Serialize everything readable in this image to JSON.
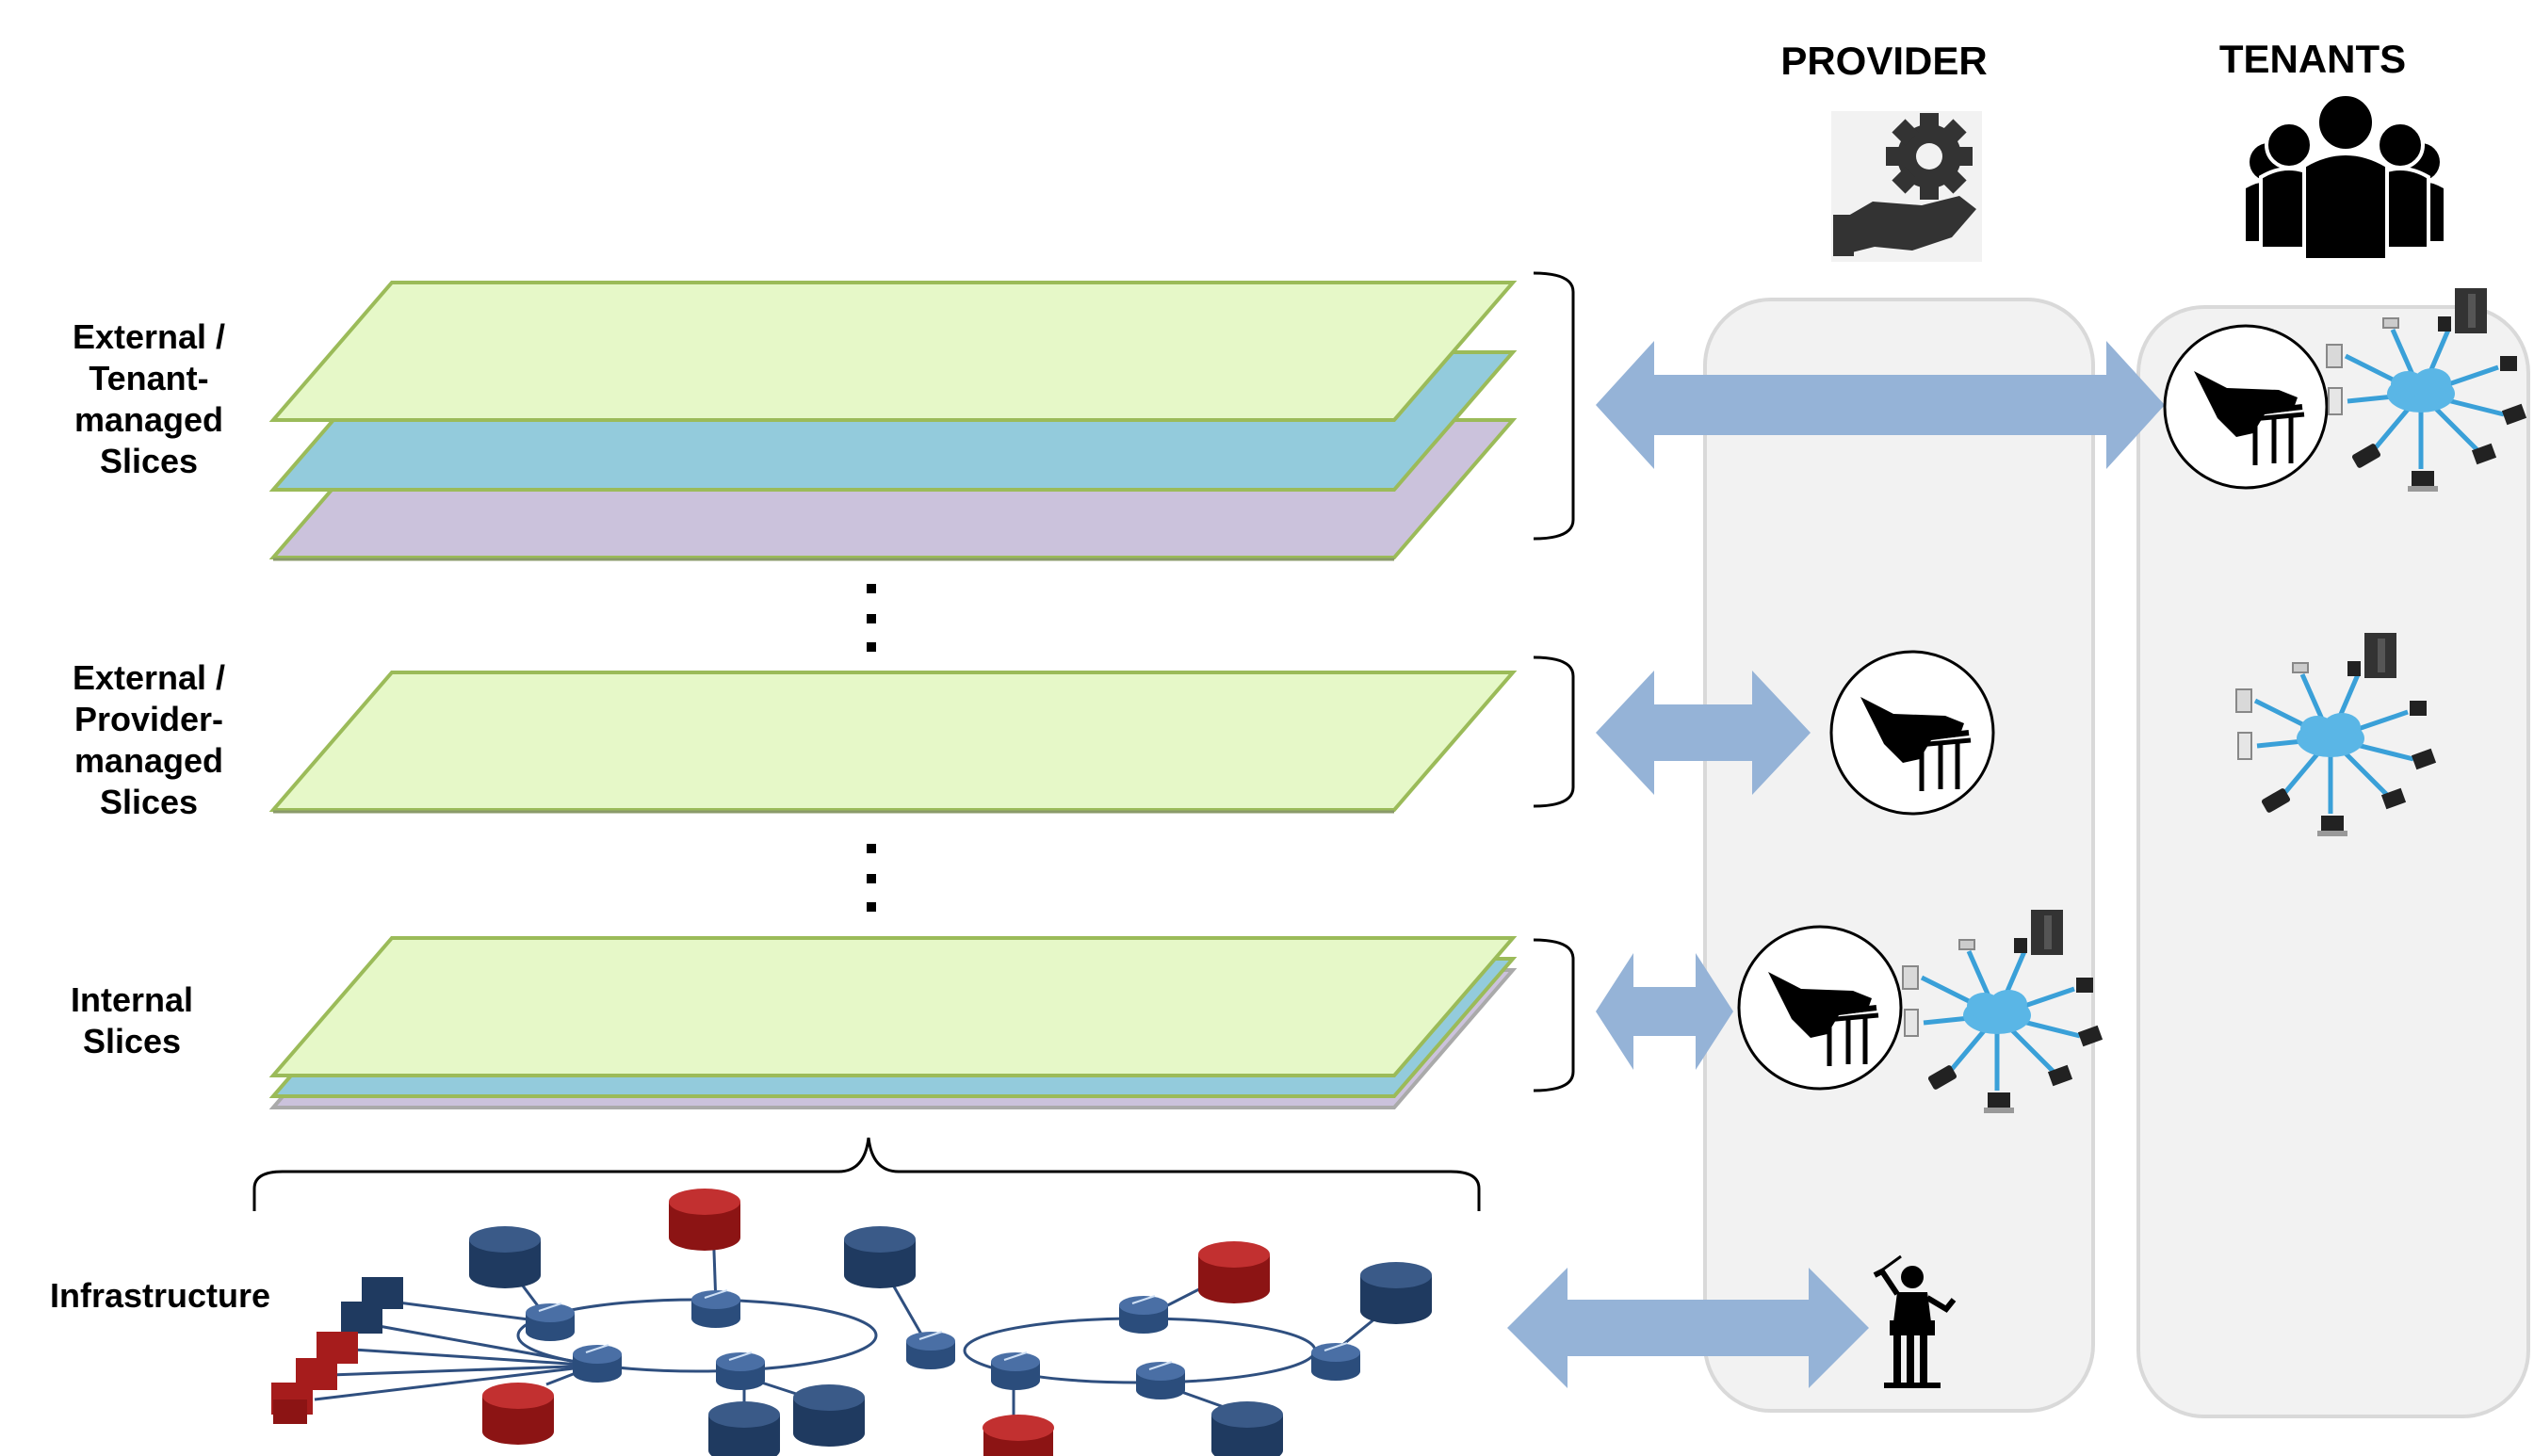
{
  "columns": {
    "provider_title": "PROVIDER",
    "tenants_title": "TENANTS"
  },
  "slices": {
    "external_tenant": [
      "External /",
      "Tenant-",
      "managed",
      "Slices"
    ],
    "external_provider": [
      "External /",
      "Provider-",
      "managed",
      "Slices"
    ],
    "internal": [
      "Internal",
      "Slices"
    ],
    "infrastructure": "Infrastructure"
  },
  "colors": {
    "layer_green": "#e6f8c8",
    "layer_blue": "#93cbdc",
    "layer_purple": "#cbc2dc",
    "arrow": "#95b3d7",
    "panel": "#f2f2f2",
    "node_blue": "#1f3a60",
    "node_red": "#a61c1c",
    "cloud": "#5ab6e6"
  },
  "icons": {
    "provider": "gear-on-hand-icon",
    "tenants": "group-of-people-icon",
    "controller": "conductor-hand-icon",
    "network": "network-cloud-icon",
    "orchestrator": "orchestra-conductor-icon"
  }
}
